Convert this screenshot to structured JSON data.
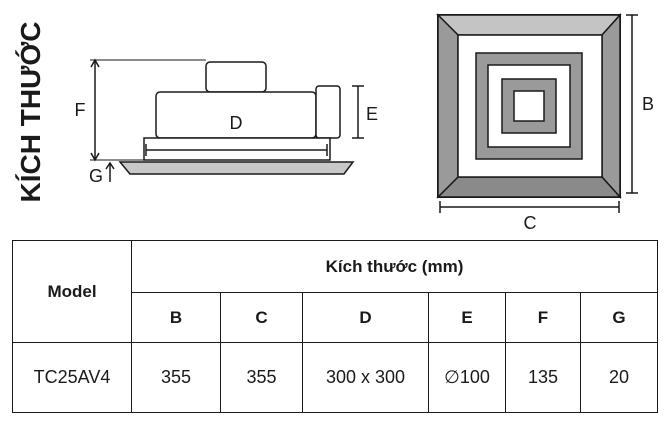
{
  "title": "KÍCH THƯỚC",
  "diagram": {
    "side_labels": {
      "F": "F",
      "G": "G",
      "D": "D",
      "E": "E"
    },
    "top_labels": {
      "B": "B",
      "C": "C"
    }
  },
  "table": {
    "model_header": "Model",
    "group_header": "Kích thước (mm)",
    "columns": [
      "B",
      "C",
      "D",
      "E",
      "F",
      "G"
    ],
    "row": {
      "model": "TC25AV4",
      "values": [
        "355",
        "355",
        "300 x 300",
        "∅100",
        "135",
        "20"
      ]
    }
  }
}
